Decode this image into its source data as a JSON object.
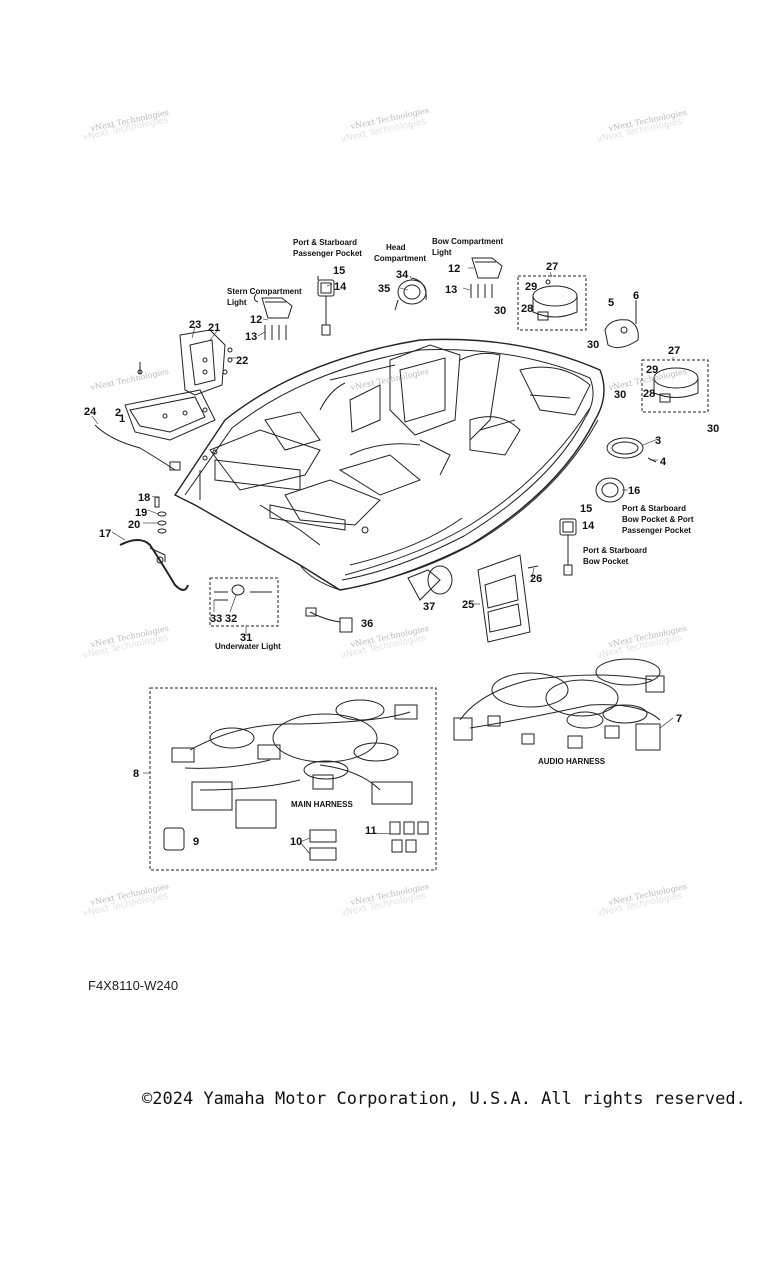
{
  "watermark": "vNext Technologies",
  "drawing_code": "F4X8110-W240",
  "copyright": "©2024 Yamaha Motor Corporation, U.S.A. All rights reserved.",
  "location_labels": {
    "port_starboard_passenger_pocket_1": "Port & Starboard",
    "port_starboard_passenger_pocket_2": "Passenger Pocket",
    "head_compartment_1": "Head",
    "head_compartment_2": "Compartment",
    "bow_compartment_light_1": "Bow Compartment",
    "bow_compartment_light_2": "Light",
    "stern_compartment_light_1": "Stern Compartment",
    "stern_compartment_light_2": "Light",
    "bow_pocket_port_passenger_1": "Port & Starboard",
    "bow_pocket_port_passenger_2": "Bow Pocket & Port",
    "bow_pocket_port_passenger_3": "Passenger Pocket",
    "bow_pocket_1": "Port & Starboard",
    "bow_pocket_2": "Bow Pocket",
    "underwater_light": "Underwater Light",
    "main_harness": "MAIN HARNESS",
    "audio_harness": "AUDIO HARNESS"
  },
  "callouts": [
    "1",
    "2",
    "3",
    "4",
    "5",
    "6",
    "7",
    "8",
    "9",
    "10",
    "11",
    "12",
    "13",
    "14",
    "15",
    "16",
    "17",
    "18",
    "19",
    "20",
    "21",
    "22",
    "23",
    "24",
    "25",
    "26",
    "27",
    "28",
    "29",
    "30",
    "31",
    "32",
    "33",
    "34",
    "35",
    "36",
    "37"
  ]
}
